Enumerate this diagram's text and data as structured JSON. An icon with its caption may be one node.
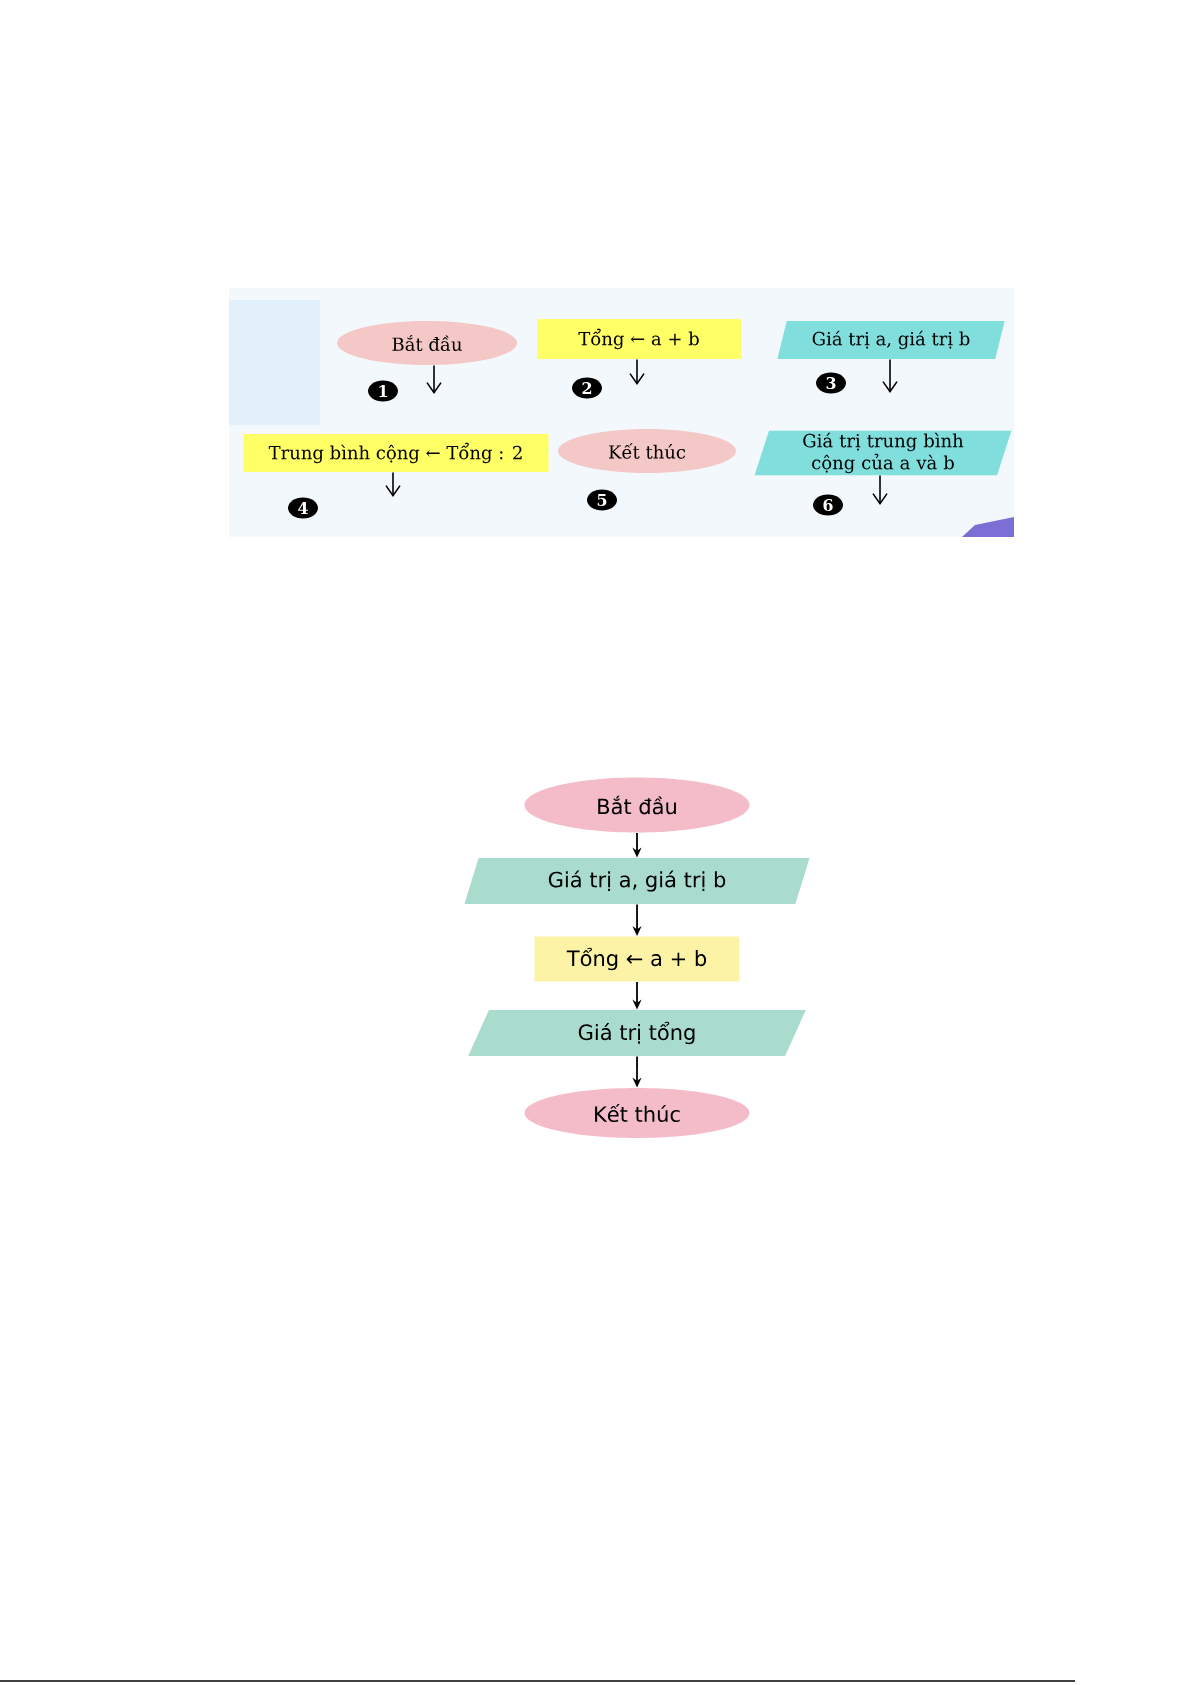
{
  "diagram": {
    "nodes": [
      {
        "text": [
          "Bắt đầu"
        ]
      },
      {
        "text": [
          "Tổng ← a + b"
        ]
      },
      {
        "text": [
          "Giá trị a, giá trị b"
        ]
      },
      {
        "text": [
          "Trung bình cộng ← Tổng : 2"
        ]
      },
      {
        "text": [
          "Kết thúc"
        ]
      },
      {
        "text": [
          "Giá trị trung bình cộng của a và b"
        ]
      },
      {
        "text": [
          "Bắt đầu"
        ]
      },
      {
        "text": [
          "Giá trị a, giá trị b"
        ]
      },
      {
        "text": [
          "Tổng ← a + b"
        ]
      },
      {
        "text": [
          "Giá trị tổng"
        ]
      },
      {
        "text": [
          "Kết thúc"
        ]
      }
    ],
    "edges": [
      {
        "from": 0,
        "to": null,
        "arrow": "to"
      },
      {
        "from": 1,
        "to": null,
        "arrow": "to"
      },
      {
        "from": 2,
        "to": null,
        "arrow": "to"
      },
      {
        "from": 3,
        "to": null,
        "arrow": "to"
      },
      {
        "from": 5,
        "to": null,
        "arrow": "to"
      },
      {
        "from": 6,
        "to": 7,
        "arrow": "to"
      },
      {
        "from": 7,
        "to": 8,
        "arrow": "to"
      },
      {
        "from": 8,
        "to": 9,
        "arrow": "to"
      },
      {
        "from": 9,
        "to": 10,
        "arrow": "to"
      }
    ],
    "labels": [
      "1",
      "2",
      "3",
      "4",
      "5",
      "6"
    ]
  }
}
